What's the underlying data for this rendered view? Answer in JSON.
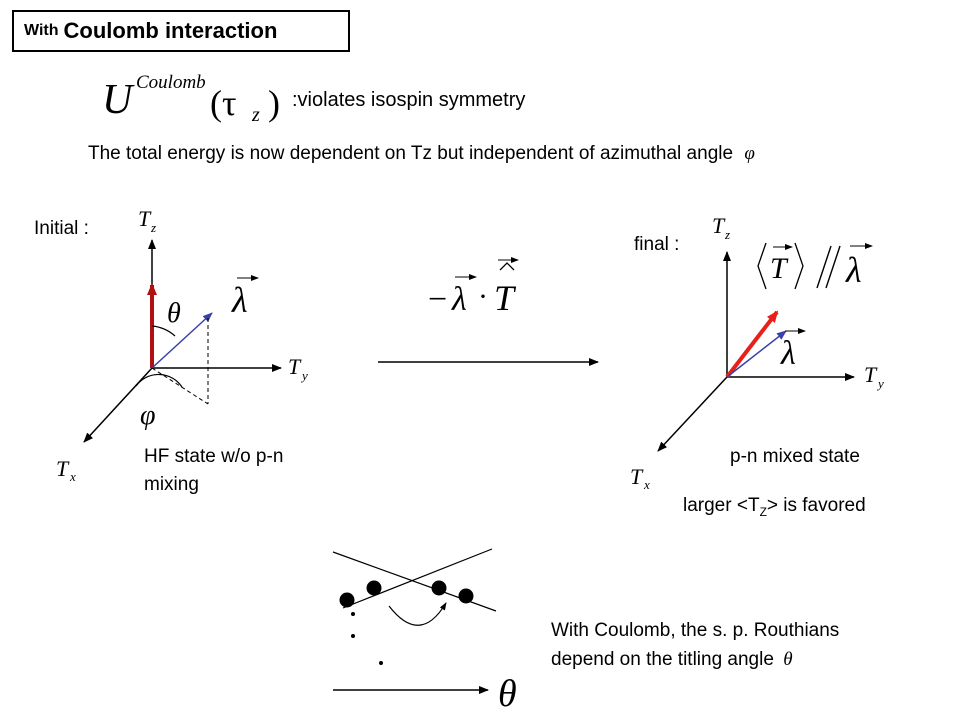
{
  "header": {
    "title_small": "With",
    "title_large": "Coulomb interaction"
  },
  "formula": {
    "u_base": "U",
    "u_sup": "Coulomb",
    "u_arg": "(τ",
    "u_sub": "z",
    "u_close": ")",
    "note": ":violates isospin symmetry"
  },
  "statement": "The total energy is now dependent on Tz  but independent  of azimuthal angle",
  "statement_symbol": "φ",
  "initial": {
    "label": "Initial :",
    "axis_z": "T",
    "axis_z_sub": "z",
    "axis_y": "T",
    "axis_y_sub": "y",
    "axis_x": "T",
    "axis_x_sub": "x",
    "theta": "θ",
    "phi": "φ",
    "lambda": "λ",
    "caption_line1": "HF state w/o p-n",
    "caption_line2": "mixing"
  },
  "operator": {
    "minus": "−",
    "lambda": "λ",
    "dot": "·",
    "t": "T"
  },
  "final": {
    "label": "final :",
    "axis_z": "T",
    "axis_z_sub": "z",
    "axis_y": "T",
    "axis_y_sub": "y",
    "axis_x": "T",
    "axis_x_sub": "x",
    "lambda": "λ",
    "parallel_t": "T",
    "parallel_lambda": "λ",
    "caption": "p-n mixed state",
    "favored_pre": "larger  <T",
    "favored_sub": "Z",
    "favored_post": "> is favored"
  },
  "routhian": {
    "line1": "With Coulomb, the s. p. Routhians",
    "line2": "depend on the titling angle",
    "symbol": "θ",
    "axis_theta": "θ"
  },
  "colors": {
    "red_vector": "#e8201a",
    "blue_vector": "#3b3fa8",
    "dark_red_vector": "#b01010"
  }
}
